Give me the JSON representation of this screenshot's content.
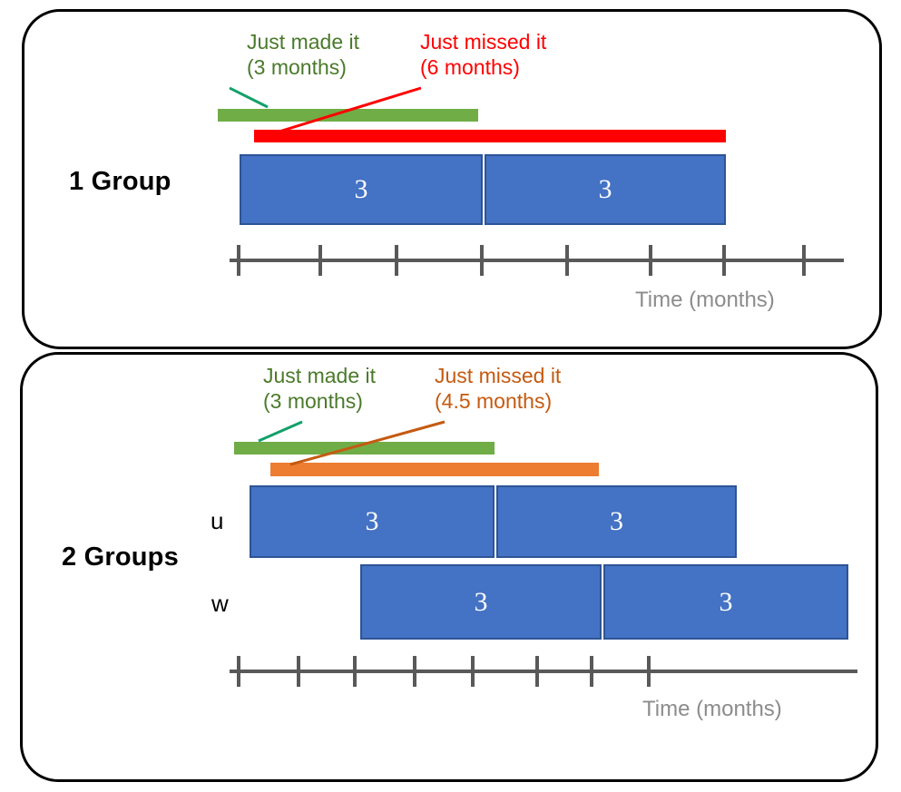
{
  "figure": {
    "type": "gantt-schedule-diagram",
    "colors": {
      "green_bar": "#70ad47",
      "red_bar": "#ff0000",
      "orange_bar": "#ed7d31",
      "blue_bar": "#4472c4",
      "blue_bar_border": "#2e5496",
      "green_text": "#4a7a2a",
      "red_text": "#ff0000",
      "orange_text": "#c55a11",
      "axis": "#595959",
      "axis_label_text": "#8c8c8c",
      "panel_border": "#000000"
    }
  },
  "panels": [
    {
      "id": "one-group",
      "title": "1 Group",
      "callouts": [
        {
          "id": "just-made-it",
          "line1": "Just made it",
          "line2": "(3 months)",
          "color": "green"
        },
        {
          "id": "just-missed-it",
          "line1": "Just missed it",
          "line2": "(6 months)",
          "color": "red"
        }
      ],
      "span_bars": [
        {
          "id": "made-it-span",
          "label": "Just made it",
          "months": 3,
          "color": "green"
        },
        {
          "id": "missed-it-span",
          "label": "Just missed it",
          "months": 6,
          "color": "red"
        }
      ],
      "rows": [
        {
          "id": "row-single",
          "label": "",
          "tasks": [
            {
              "value": "3",
              "duration_months": 3
            },
            {
              "value": "3",
              "duration_months": 3
            }
          ]
        }
      ],
      "axis": {
        "label": "Time (months)",
        "tick_count": 8
      }
    },
    {
      "id": "two-groups",
      "title": "2 Groups",
      "callouts": [
        {
          "id": "just-made-it",
          "line1": "Just made it",
          "line2": "(3 months)",
          "color": "green"
        },
        {
          "id": "just-missed-it",
          "line1": "Just missed it",
          "line2": "(4.5 months)",
          "color": "orange"
        }
      ],
      "span_bars": [
        {
          "id": "made-it-span",
          "label": "Just made it",
          "months": 3,
          "color": "green"
        },
        {
          "id": "missed-it-span",
          "label": "Just missed it",
          "months": 4.5,
          "color": "orange"
        }
      ],
      "rows": [
        {
          "id": "row-u",
          "label": "u",
          "tasks": [
            {
              "value": "3",
              "duration_months": 3
            },
            {
              "value": "3",
              "duration_months": 3
            }
          ]
        },
        {
          "id": "row-w",
          "label": "w",
          "tasks": [
            {
              "value": "3",
              "duration_months": 3
            },
            {
              "value": "3",
              "duration_months": 3
            }
          ]
        }
      ],
      "axis": {
        "label": "Time (months)",
        "tick_count": 8
      }
    }
  ]
}
